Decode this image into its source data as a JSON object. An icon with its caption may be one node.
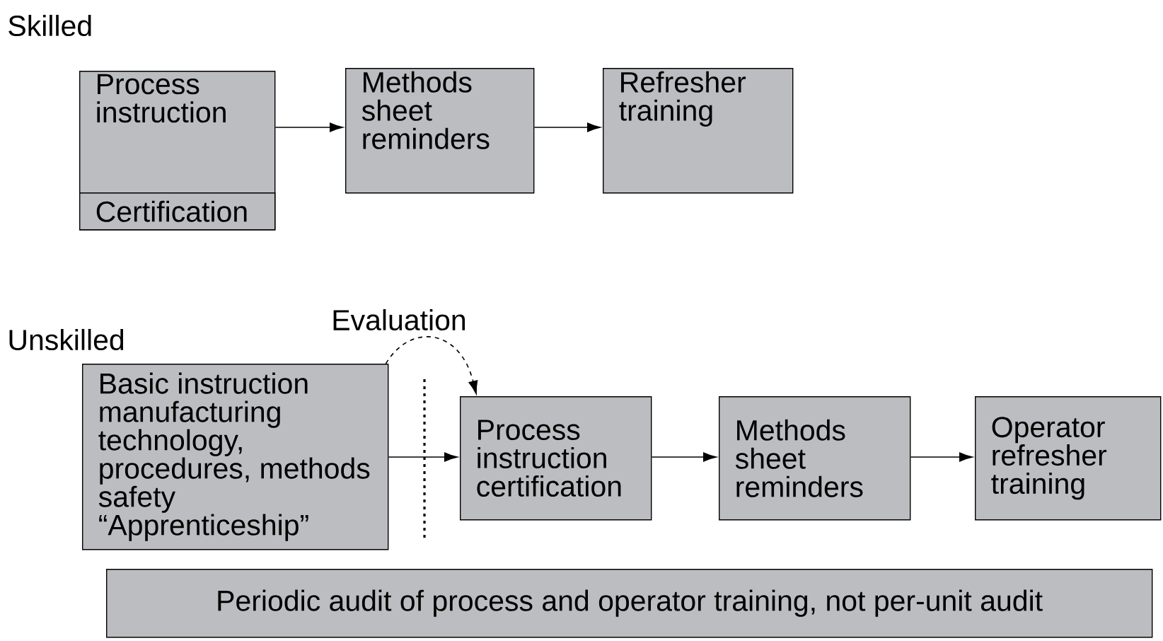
{
  "diagram": {
    "nodes": [
      {
        "text": [
          "Process instruction"
        ]
      },
      {
        "text": [
          "Certification"
        ],
        "in": 0
      },
      {
        "text": [
          "Methods sheet reminders"
        ]
      },
      {
        "text": [
          "Refresher training"
        ]
      },
      {
        "text": [
          "Basic instruction manufacturing technology, procedures, methods safety “Apprenticeship”"
        ]
      },
      {
        "text": [
          "Process instruction certification"
        ]
      },
      {
        "text": [
          "Methods sheet reminders"
        ]
      },
      {
        "text": [
          "Operator refresher training"
        ]
      },
      {
        "text": [
          "Periodic audit of process and operator training, not per-unit audit"
        ]
      }
    ],
    "edges": [
      {
        "from": 0,
        "to": 2,
        "arrow": "to"
      },
      {
        "from": 2,
        "to": 3,
        "arrow": "to"
      },
      {
        "from": 4,
        "to": 5,
        "arrow": "to",
        "style": "dashed",
        "label": "Evaluation"
      },
      {
        "from": 4,
        "to": 5,
        "arrow": "to"
      },
      {
        "from": 5,
        "to": 6,
        "arrow": "to"
      },
      {
        "from": 6,
        "to": 7,
        "arrow": "to"
      }
    ],
    "labels": [
      "Skilled",
      "Unskilled"
    ]
  }
}
